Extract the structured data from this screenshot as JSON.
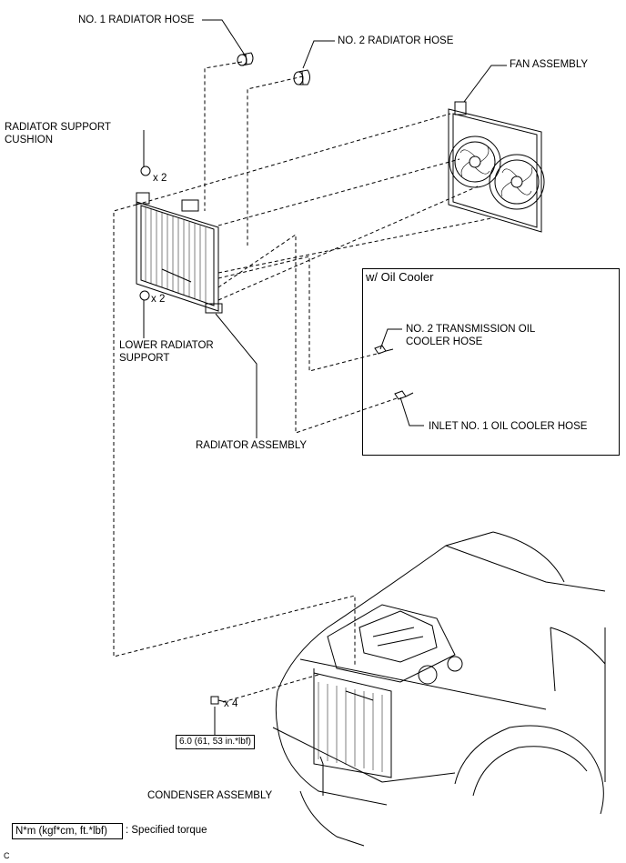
{
  "labels": {
    "no1_radiator_hose": "NO. 1 RADIATOR HOSE",
    "no2_radiator_hose": "NO. 2 RADIATOR HOSE",
    "fan_assembly": "FAN ASSEMBLY",
    "radiator_support_cushion_line1": "RADIATOR SUPPORT",
    "radiator_support_cushion_line2": "CUSHION",
    "qty_cushion": "x 2",
    "qty_lower_support": "x 2",
    "lower_radiator_support_line1": "LOWER RADIATOR",
    "lower_radiator_support_line2": "SUPPORT",
    "radiator_assembly": "RADIATOR ASSEMBLY",
    "oil_cooler_title": "w/ Oil Cooler",
    "no2_trans_oil_cooler_hose_line1": "NO. 2 TRANSMISSION OIL",
    "no2_trans_oil_cooler_hose_line2": "COOLER HOSE",
    "inlet_no1_oil_cooler_hose": "INLET NO. 1 OIL COOLER HOSE",
    "qty_bolts": "x 4",
    "torque_value": "6.0 (61, 53 in.*lbf)",
    "condenser_assembly": "CONDENSER ASSEMBLY",
    "legend_unit": "N*m (kgf*cm, ft.*lbf)",
    "legend_desc": ": Specified torque",
    "figure_letter": "C"
  }
}
